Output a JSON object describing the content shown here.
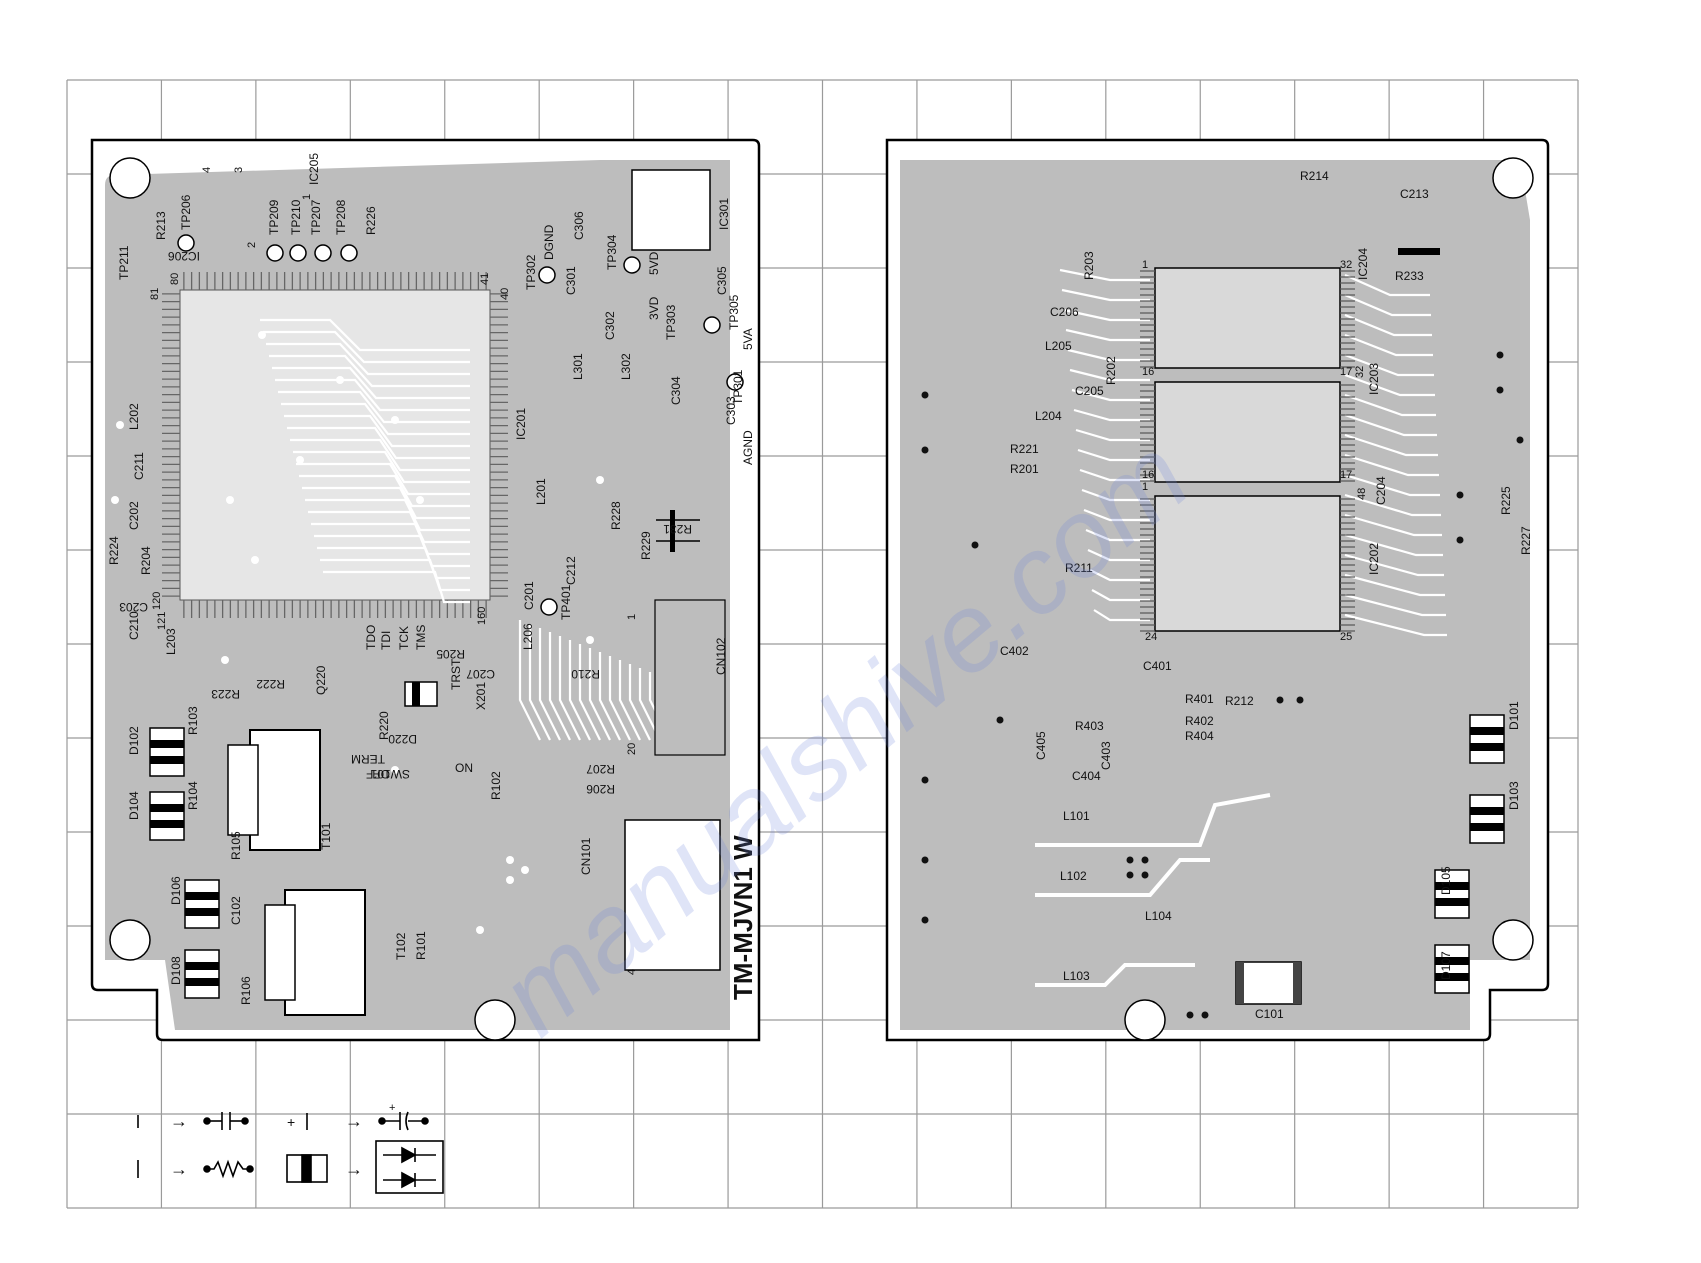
{
  "board_title": "TM-MJVN1 W",
  "left_board": {
    "labels": [
      {
        "t": "IC205"
      },
      {
        "t": "IC206"
      },
      {
        "t": "TP206"
      },
      {
        "t": "R213"
      },
      {
        "t": "TP211"
      },
      {
        "t": "TP209"
      },
      {
        "t": "TP210"
      },
      {
        "t": "TP207"
      },
      {
        "t": "TP208"
      },
      {
        "t": "R226"
      },
      {
        "t": "TP302"
      },
      {
        "t": "DGND"
      },
      {
        "t": "C306"
      },
      {
        "t": "IC301"
      },
      {
        "t": "TP304"
      },
      {
        "t": "5VD"
      },
      {
        "t": "3VD"
      },
      {
        "t": "TP303"
      },
      {
        "t": "C301"
      },
      {
        "t": "C302"
      },
      {
        "t": "C305"
      },
      {
        "t": "TP305"
      },
      {
        "t": "5VA"
      },
      {
        "t": "L301"
      },
      {
        "t": "L302"
      },
      {
        "t": "C304"
      },
      {
        "t": "C303"
      },
      {
        "t": "TP301"
      },
      {
        "t": "AGND"
      },
      {
        "t": "IC201"
      },
      {
        "t": "L202"
      },
      {
        "t": "C211"
      },
      {
        "t": "C202"
      },
      {
        "t": "R224"
      },
      {
        "t": "R204"
      },
      {
        "t": "C203"
      },
      {
        "t": "C210"
      },
      {
        "t": "L203"
      },
      {
        "t": "L201"
      },
      {
        "t": "R228"
      },
      {
        "t": "R229"
      },
      {
        "t": "R231"
      },
      {
        "t": "C212"
      },
      {
        "t": "C201"
      },
      {
        "t": "TP401"
      },
      {
        "t": "L206"
      },
      {
        "t": "R210"
      },
      {
        "t": "C207"
      },
      {
        "t": "R205"
      },
      {
        "t": "TDO"
      },
      {
        "t": "TDI"
      },
      {
        "t": "TCK"
      },
      {
        "t": "TMS"
      },
      {
        "t": "TRST"
      },
      {
        "t": "Q220"
      },
      {
        "t": "D220"
      },
      {
        "t": "R220"
      },
      {
        "t": "X201"
      },
      {
        "t": "CN102"
      },
      {
        "t": "R223"
      },
      {
        "t": "R222"
      },
      {
        "t": "D102"
      },
      {
        "t": "R103"
      },
      {
        "t": "D104"
      },
      {
        "t": "R104"
      },
      {
        "t": "TERM"
      },
      {
        "t": "SW101"
      },
      {
        "t": "ON"
      },
      {
        "t": "OFF"
      },
      {
        "t": "R102"
      },
      {
        "t": "T101"
      },
      {
        "t": "R105"
      },
      {
        "t": "R207"
      },
      {
        "t": "R206"
      },
      {
        "t": "CN101"
      },
      {
        "t": "D106"
      },
      {
        "t": "C102"
      },
      {
        "t": "D108"
      },
      {
        "t": "R106"
      },
      {
        "t": "T102"
      },
      {
        "t": "R101"
      }
    ],
    "pin_numbers": [
      "4",
      "3",
      "1",
      "2",
      "80",
      "81",
      "41",
      "40",
      "120",
      "121",
      "160",
      "20",
      "1",
      "4"
    ]
  },
  "right_board": {
    "labels": [
      {
        "t": "R214"
      },
      {
        "t": "C213"
      },
      {
        "t": "R233"
      },
      {
        "t": "IC204"
      },
      {
        "t": "C206"
      },
      {
        "t": "R203"
      },
      {
        "t": "L205"
      },
      {
        "t": "C205"
      },
      {
        "t": "R202"
      },
      {
        "t": "L204"
      },
      {
        "t": "IC203"
      },
      {
        "t": "R221"
      },
      {
        "t": "R201"
      },
      {
        "t": "C204"
      },
      {
        "t": "R225"
      },
      {
        "t": "R227"
      },
      {
        "t": "R211"
      },
      {
        "t": "IC202"
      },
      {
        "t": "C402"
      },
      {
        "t": "C401"
      },
      {
        "t": "R401"
      },
      {
        "t": "R212"
      },
      {
        "t": "R402"
      },
      {
        "t": "R404"
      },
      {
        "t": "R403"
      },
      {
        "t": "C405"
      },
      {
        "t": "C404"
      },
      {
        "t": "C403"
      },
      {
        "t": "D101"
      },
      {
        "t": "D103"
      },
      {
        "t": "L101"
      },
      {
        "t": "L102"
      },
      {
        "t": "L104"
      },
      {
        "t": "L103"
      },
      {
        "t": "C101"
      },
      {
        "t": "D105"
      },
      {
        "t": "D107"
      }
    ],
    "pin_numbers": [
      "1",
      "32",
      "16",
      "17",
      "32",
      "1",
      "16",
      "17",
      "48",
      "24",
      "25"
    ]
  },
  "legend": {
    "items": [
      {
        "name": "capacitor",
        "symbol": "→"
      },
      {
        "name": "electrolytic-capacitor",
        "symbol": "→"
      },
      {
        "name": "resistor",
        "symbol": "→"
      },
      {
        "name": "diode-pair",
        "symbol": "→"
      }
    ]
  },
  "watermark": "manualshive.com",
  "colors": {
    "copper": "#bdbdbd",
    "outline": "#000000",
    "grid": "#9a9a9a",
    "trace": "#ffffff",
    "watermark": "rgba(110,130,220,0.22)"
  }
}
